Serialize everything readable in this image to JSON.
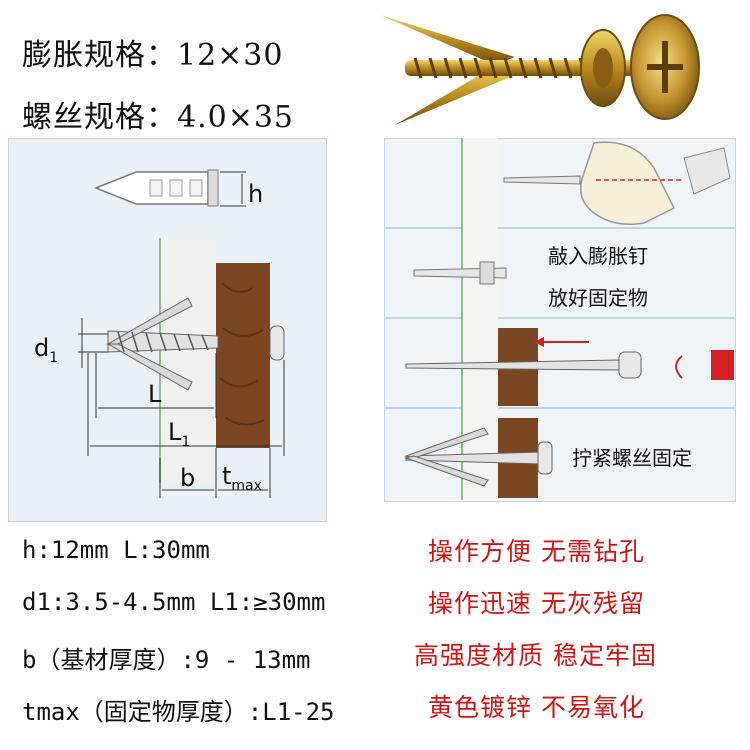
{
  "specs": {
    "anchor_label": "膨胀规格：12×30",
    "screw_label": "螺丝规格：4.0×35"
  },
  "diagram": {
    "h": "h",
    "d1": "d",
    "d1_sub": "1",
    "L": "L",
    "L1": "L",
    "L1_sub": "1",
    "b": "b",
    "tmax": "t",
    "tmax_sub": "max"
  },
  "steps": {
    "step2_line1": "敲入膨胀钉",
    "step2_line2": "放好固定物",
    "step4": "拧紧螺丝固定"
  },
  "params": [
    {
      "text": "h:12mm    L:30mm",
      "feature": "操作方便 无需钻孔"
    },
    {
      "text": "d1:3.5-4.5mm L1:≥30mm",
      "feature": "操作迅速 无灰残留"
    },
    {
      "text": "b（基材厚度）:9 - 13mm",
      "feature": "高强度材质 稳定牢固"
    },
    {
      "text": "tmax（固定物厚度）:L1-25",
      "feature": "黄色镀锌 不易氧化"
    }
  ],
  "colors": {
    "feature_red": "#d41414",
    "wood": "#7a4722",
    "panel_bg": "#e9f1f6"
  }
}
